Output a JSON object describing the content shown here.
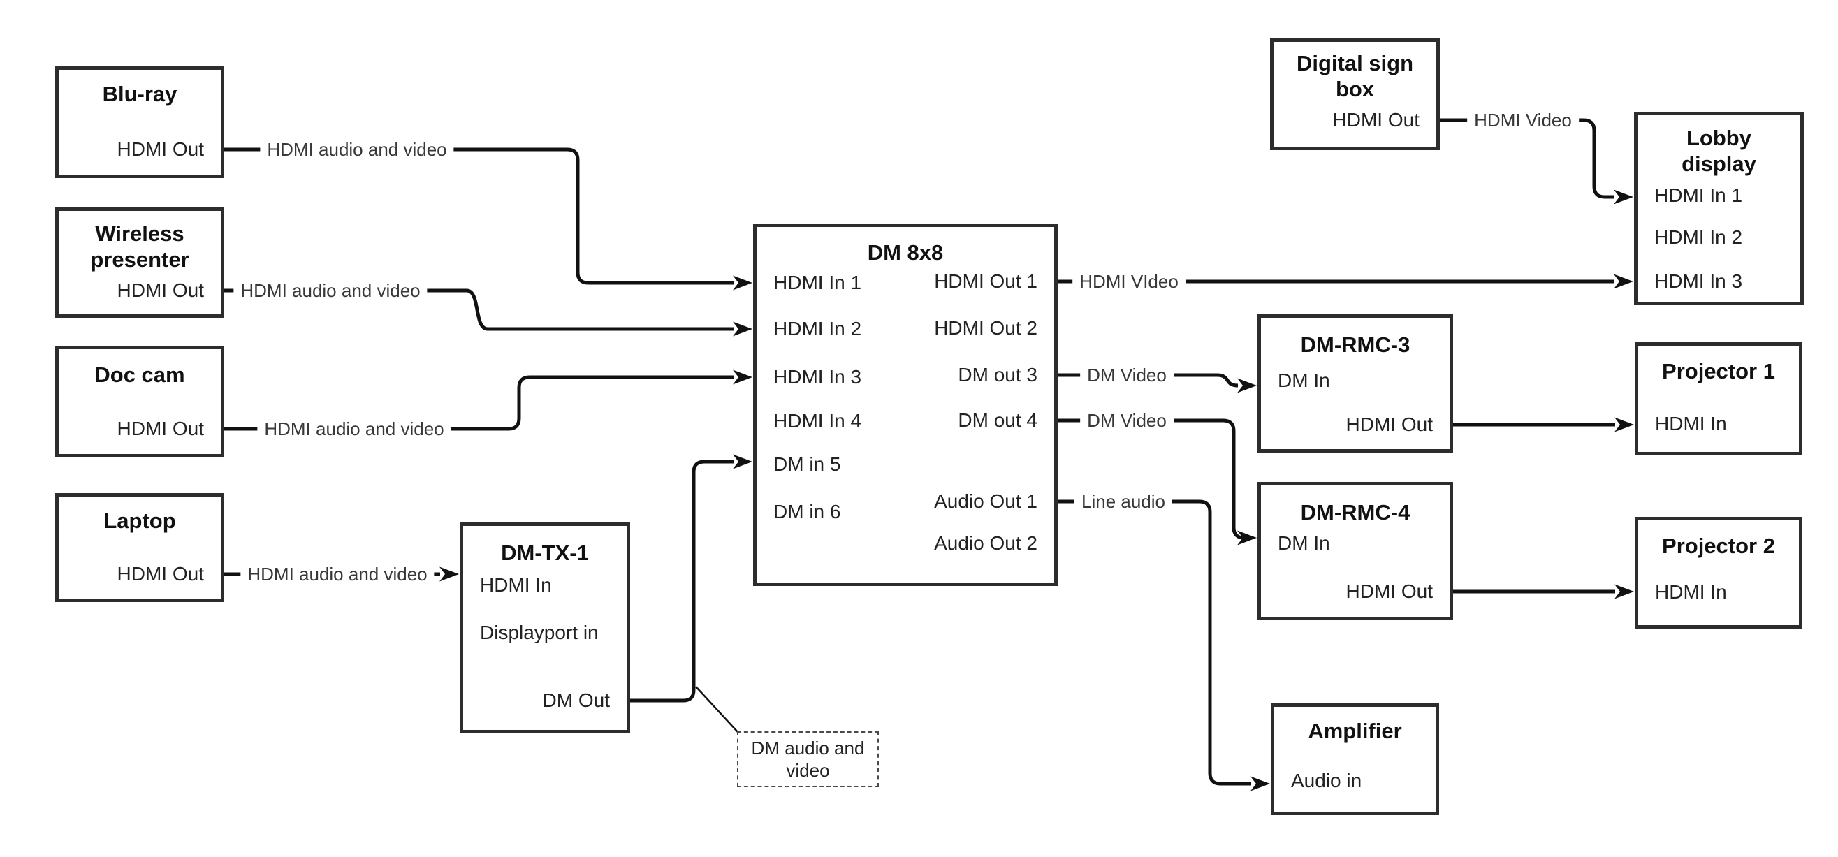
{
  "colors": {
    "background": "#ffffff",
    "line": "#111111",
    "box_border": "#2d2d2d",
    "text": "#222222"
  },
  "nodes": [
    {
      "id": "blu-ray",
      "title": "Blu-ray",
      "ports": [
        {
          "id": "hdmi-out",
          "label": "HDMI Out"
        }
      ]
    },
    {
      "id": "wireless-presenter",
      "title": "Wireless presenter",
      "ports": [
        {
          "id": "hdmi-out",
          "label": "HDMI Out"
        }
      ]
    },
    {
      "id": "doc-cam",
      "title": "Doc cam",
      "ports": [
        {
          "id": "hdmi-out",
          "label": "HDMI Out"
        }
      ]
    },
    {
      "id": "laptop",
      "title": "Laptop",
      "ports": [
        {
          "id": "hdmi-out",
          "label": "HDMI Out"
        }
      ]
    },
    {
      "id": "dm-tx-1",
      "title": "DM-TX-1",
      "ports": [
        {
          "id": "hdmi-in",
          "label": "HDMI In"
        },
        {
          "id": "displayport-in",
          "label": "Displayport in"
        },
        {
          "id": "dm-out",
          "label": "DM Out"
        }
      ]
    },
    {
      "id": "dm-8x8",
      "title": "DM 8x8",
      "ports": [
        {
          "id": "hdmi-in-1",
          "label": "HDMI In 1"
        },
        {
          "id": "hdmi-in-2",
          "label": "HDMI In 2"
        },
        {
          "id": "hdmi-in-3",
          "label": "HDMI In 3"
        },
        {
          "id": "hdmi-in-4",
          "label": "HDMI In 4"
        },
        {
          "id": "dm-in-5",
          "label": "DM in 5"
        },
        {
          "id": "dm-in-6",
          "label": "DM in 6"
        },
        {
          "id": "hdmi-out-1",
          "label": "HDMI Out 1"
        },
        {
          "id": "hdmi-out-2",
          "label": "HDMI Out 2"
        },
        {
          "id": "dm-out-3",
          "label": "DM out 3"
        },
        {
          "id": "dm-out-4",
          "label": "DM out 4"
        },
        {
          "id": "audio-out-1",
          "label": "Audio Out 1"
        },
        {
          "id": "audio-out-2",
          "label": "Audio Out 2"
        }
      ]
    },
    {
      "id": "digital-sign-box",
      "title": "Digital sign box",
      "ports": [
        {
          "id": "hdmi-out",
          "label": "HDMI Out"
        }
      ]
    },
    {
      "id": "lobby-display",
      "title": "Lobby display",
      "ports": [
        {
          "id": "hdmi-in-1",
          "label": "HDMI In 1"
        },
        {
          "id": "hdmi-in-2",
          "label": "HDMI In 2"
        },
        {
          "id": "hdmi-in-3",
          "label": "HDMI In 3"
        }
      ]
    },
    {
      "id": "dm-rmc-3",
      "title": "DM-RMC-3",
      "ports": [
        {
          "id": "dm-in",
          "label": "DM In"
        },
        {
          "id": "hdmi-out",
          "label": "HDMI Out"
        }
      ]
    },
    {
      "id": "projector-1",
      "title": "Projector 1",
      "ports": [
        {
          "id": "hdmi-in",
          "label": "HDMI In"
        }
      ]
    },
    {
      "id": "dm-rmc-4",
      "title": "DM-RMC-4",
      "ports": [
        {
          "id": "dm-in",
          "label": "DM In"
        },
        {
          "id": "hdmi-out",
          "label": "HDMI Out"
        }
      ]
    },
    {
      "id": "projector-2",
      "title": "Projector 2",
      "ports": [
        {
          "id": "hdmi-in",
          "label": "HDMI In"
        }
      ]
    },
    {
      "id": "amplifier",
      "title": "Amplifier",
      "ports": [
        {
          "id": "audio-in",
          "label": "Audio in"
        }
      ]
    }
  ],
  "connections": [
    {
      "from": "blu-ray.hdmi-out",
      "to": "dm-8x8.hdmi-in-1",
      "label": "HDMI audio and video"
    },
    {
      "from": "wireless-presenter.hdmi-out",
      "to": "dm-8x8.hdmi-in-2",
      "label": "HDMI audio and video"
    },
    {
      "from": "doc-cam.hdmi-out",
      "to": "dm-8x8.hdmi-in-3",
      "label": "HDMI audio and video"
    },
    {
      "from": "laptop.hdmi-out",
      "to": "dm-tx-1.hdmi-in",
      "label": "HDMI audio and video"
    },
    {
      "from": "dm-tx-1.dm-out",
      "to": "dm-8x8.dm-in-5",
      "label": ""
    },
    {
      "from": "dm-8x8.hdmi-out-1",
      "to": "lobby-display.hdmi-in-3",
      "label": "HDMI VIdeo"
    },
    {
      "from": "dm-8x8.dm-out-3",
      "to": "dm-rmc-3.dm-in",
      "label": "DM Video"
    },
    {
      "from": "dm-8x8.dm-out-4",
      "to": "dm-rmc-4.dm-in",
      "label": "DM Video"
    },
    {
      "from": "dm-8x8.audio-out-1",
      "to": "amplifier.audio-in",
      "label": "Line audio"
    },
    {
      "from": "digital-sign-box.hdmi-out",
      "to": "lobby-display.hdmi-in-1",
      "label": "HDMI Video"
    },
    {
      "from": "dm-rmc-3.hdmi-out",
      "to": "projector-1.hdmi-in",
      "label": ""
    },
    {
      "from": "dm-rmc-4.hdmi-out",
      "to": "projector-2.hdmi-in",
      "label": ""
    }
  ],
  "note": {
    "text": "DM audio and video",
    "points_to": "dm-tx-1.dm-out"
  }
}
